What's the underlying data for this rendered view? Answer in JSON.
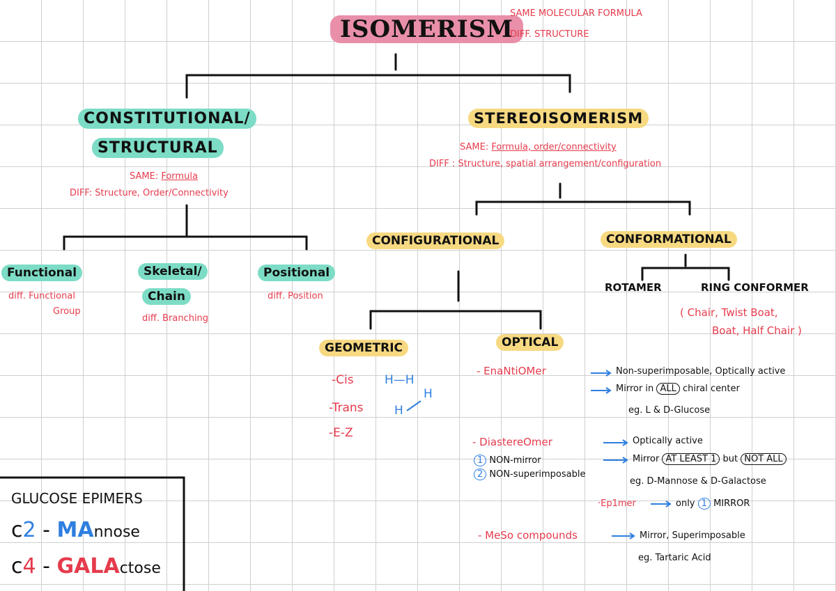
{
  "title": "ISOMERISM",
  "title_def": {
    "l1": "SAME MOLECULAR FORMULA",
    "l2": "DIFF. STRUCTURE"
  },
  "constitutional": {
    "l1": "CONSTITUTIONAL/",
    "l2": "STRUCTURAL",
    "same_label": "SAME:",
    "same_value": "Formula",
    "diff": "DIFF: Structure, Order/Connectivity",
    "children": {
      "functional": {
        "name": "Functional",
        "desc1": "diff. Functional",
        "desc2": "Group"
      },
      "skeletal": {
        "name1": "Skeletal/",
        "name2": "Chain",
        "desc": "diff. Branching"
      },
      "positional": {
        "name": "Positional",
        "desc": "diff. Position"
      }
    }
  },
  "stereo": {
    "title": "STEREOISOMERISM",
    "same_label": "SAME:",
    "same_value": "Formula, order/connectivity",
    "diff": "DIFF : Structure, spatial arrangement/configuration",
    "configurational": "CONFIGURATIONAL",
    "conformational": "CONFORMATIONAL",
    "rotamer": "ROTAMER",
    "ring_conformer": "RING CONFORMER",
    "ring_l1": "( Chair, Twist Boat,",
    "ring_l2": "Boat, Half Chair )"
  },
  "geometric": {
    "title": "GEOMETRIC",
    "cis": "-Cis",
    "cis_formula": "H—H",
    "trans": "-Trans",
    "trans_formula": "H",
    "trans_formula_top": "H",
    "ez": "-E-Z"
  },
  "optical": {
    "title": "OPTICAL",
    "enantiomer": {
      "label": "- EnaNtiOMer",
      "a": "Non-superimposable, Optically active",
      "b": "Mirror in",
      "b_circ": "ALL",
      "b_end": "chiral center",
      "eg": "eg. L & D-Glucose"
    },
    "diastereomer": {
      "label": "- DiastereOmer",
      "n1": "NON-mirror",
      "n2": "NON-superimposable",
      "a": "Optically active",
      "b1": "Mirror",
      "b_circ1": "AT LEAST 1",
      "b2": "but",
      "b_circ2": "NOT ALL",
      "eg": "eg. D-Mannose & D-Galactose"
    },
    "epimer": {
      "label": "·Ep1mer",
      "text": "only",
      "num": "1",
      "end": "MIRROR"
    },
    "meso": {
      "label": "- MeSo compounds",
      "text": "Mirror, Superimposable",
      "eg": "eg. Tartaric Acid"
    }
  },
  "epimers_box": {
    "title": "GLUCOSE EPIMERS",
    "r1_c": "c",
    "r1_num": "2",
    "r1_dash": "-",
    "r1_hl": "MA",
    "r1_rest": "nnose",
    "r2_c": "c",
    "r2_num": "4",
    "r2_dash": "-",
    "r2_hl": "GALA",
    "r2_rest": "ctose"
  },
  "colors": {
    "pink": "#e98fa9",
    "teal": "#7ddcc6",
    "yellow": "#f7d981",
    "red": "#e53b4c",
    "blue": "#2f7fe0"
  }
}
